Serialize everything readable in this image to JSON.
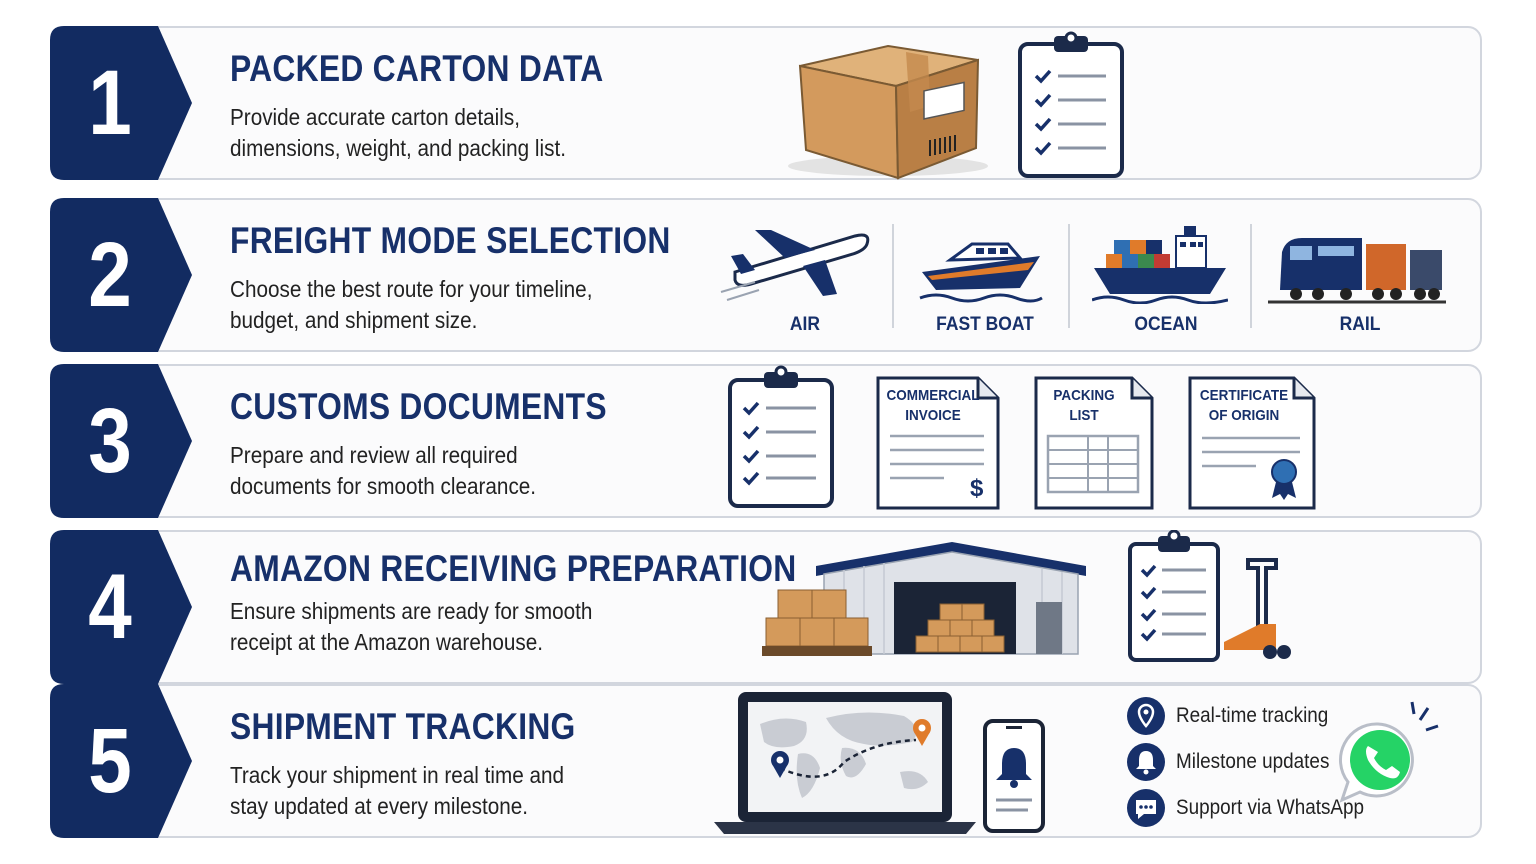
{
  "colors": {
    "navy": "#17306a",
    "badge": "#122b61",
    "accent_orange": "#e07b2a",
    "check": "#17306a",
    "whatsapp": "#25d366"
  },
  "steps": [
    {
      "number": "1",
      "title": "PACKED CARTON DATA",
      "desc": [
        "Provide accurate carton details,",
        "dimensions, weight, and packing list."
      ]
    },
    {
      "number": "2",
      "title": "FREIGHT MODE SELECTION",
      "desc": [
        "Choose the best route for your timeline,",
        "budget, and shipment size."
      ],
      "modes": [
        {
          "label": "AIR",
          "icon": "airplane-icon"
        },
        {
          "label": "FAST BOAT",
          "icon": "fast-boat-icon"
        },
        {
          "label": "OCEAN",
          "icon": "cargo-ship-icon"
        },
        {
          "label": "RAIL",
          "icon": "train-icon"
        }
      ]
    },
    {
      "number": "3",
      "title": "CUSTOMS DOCUMENTS",
      "desc": [
        "Prepare and review all required",
        "documents for smooth clearance."
      ],
      "docs": [
        {
          "line1": "COMMERCIAL",
          "line2": "INVOICE"
        },
        {
          "line1": "PACKING",
          "line2": "LIST"
        },
        {
          "line1": "CERTIFICATE",
          "line2": "OF ORIGIN"
        }
      ]
    },
    {
      "number": "4",
      "title": "AMAZON RECEIVING PREPARATION",
      "desc": [
        "Ensure shipments are ready for smooth",
        "receipt at the Amazon warehouse."
      ]
    },
    {
      "number": "5",
      "title": "SHIPMENT TRACKING",
      "desc": [
        "Track your shipment in real time and",
        "stay updated at every milestone."
      ],
      "features": [
        {
          "label": "Real-time tracking",
          "icon": "location-pin-icon"
        },
        {
          "label": "Milestone updates",
          "icon": "bell-icon"
        },
        {
          "label": "Support via WhatsApp",
          "icon": "chat-bubble-icon"
        }
      ]
    }
  ]
}
